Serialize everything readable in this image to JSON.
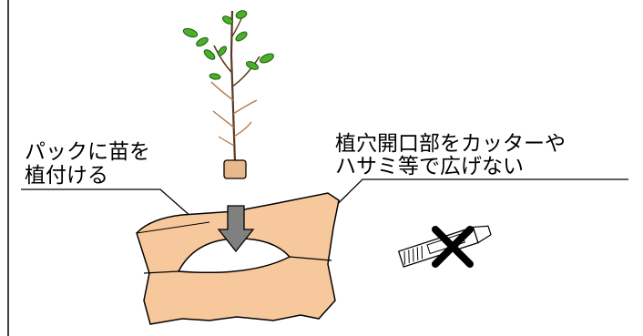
{
  "labels": {
    "left": [
      "パックに苗を",
      "植付ける"
    ],
    "right": [
      "植穴開口部をカッターや",
      "ハサミ等で広げない"
    ]
  },
  "icons": {
    "plant": "seedling-in-pot-icon",
    "arrow": "down-arrow-icon",
    "bag": "planting-bag-icon",
    "cutter": "box-cutter-icon",
    "prohibit": "x-mark-icon"
  },
  "colors": {
    "bag_fill": "#f7c89b",
    "arrow_fill": "#808080",
    "leaf": "#4caf2a",
    "pot": "#e8b98a",
    "stem": "#5a3b22"
  }
}
